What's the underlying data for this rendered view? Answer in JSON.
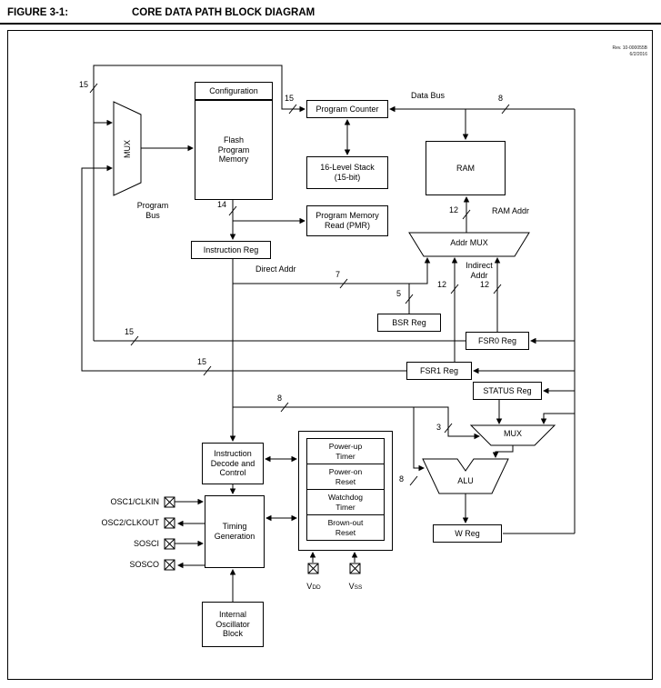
{
  "header": {
    "figure_label": "FIGURE 3-1:",
    "title": "CORE DATA PATH BLOCK DIAGRAM"
  },
  "rev": {
    "line1": "Rev. 10-000055B",
    "line2": "6/2/2016"
  },
  "blocks": {
    "configuration": "Configuration",
    "flash": "Flash\nProgram\nMemory",
    "mux_left": "MUX",
    "program_counter": "Program Counter",
    "stack": "16-Level Stack\n(15-bit)",
    "ram": "RAM",
    "pmr": "Program Memory\nRead (PMR)",
    "instruction_reg": "Instruction Reg",
    "addr_mux": "Addr MUX",
    "bsr_reg": "BSR Reg",
    "fsr0_reg": "FSR0 Reg",
    "fsr1_reg": "FSR1 Reg",
    "status_reg": "STATUS Reg",
    "mux_right": "MUX",
    "alu": "ALU",
    "w_reg": "W Reg",
    "decode": "Instruction\nDecode and\nControl",
    "timing": "Timing\nGeneration",
    "internal_osc": "Internal\nOscillator\nBlock",
    "powerup_timer": "Power-up\nTimer",
    "poweron_reset": "Power-on\nReset",
    "watchdog_timer": "Watchdog\nTimer",
    "brownout_reset": "Brown-out\nReset"
  },
  "labels": {
    "data_bus": "Data Bus",
    "program_bus": "Program\nBus",
    "direct_addr": "Direct Addr",
    "indirect_addr": "Indirect\nAddr",
    "ram_addr": "RAM Addr"
  },
  "bus_widths": {
    "pc_path": "15",
    "pc_in": "15",
    "data_bus": "8",
    "program_bus": "14",
    "direct": "7",
    "bsr": "5",
    "indirect_fsr1": "12",
    "indirect_fsr0": "12",
    "ram_addr": "12",
    "fsr0_path": "15",
    "fsr1_path": "15",
    "alu_data": "8",
    "mux_sel": "3",
    "alu_in": "8"
  },
  "pins": {
    "osc1": "OSC1/CLKIN",
    "osc2": "OSC2/CLKOUT",
    "sosci": "SOSCI",
    "sosco": "SOSCO",
    "vdd_main": "V",
    "vdd_sub": "DD",
    "vss_main": "V",
    "vss_sub": "SS"
  }
}
